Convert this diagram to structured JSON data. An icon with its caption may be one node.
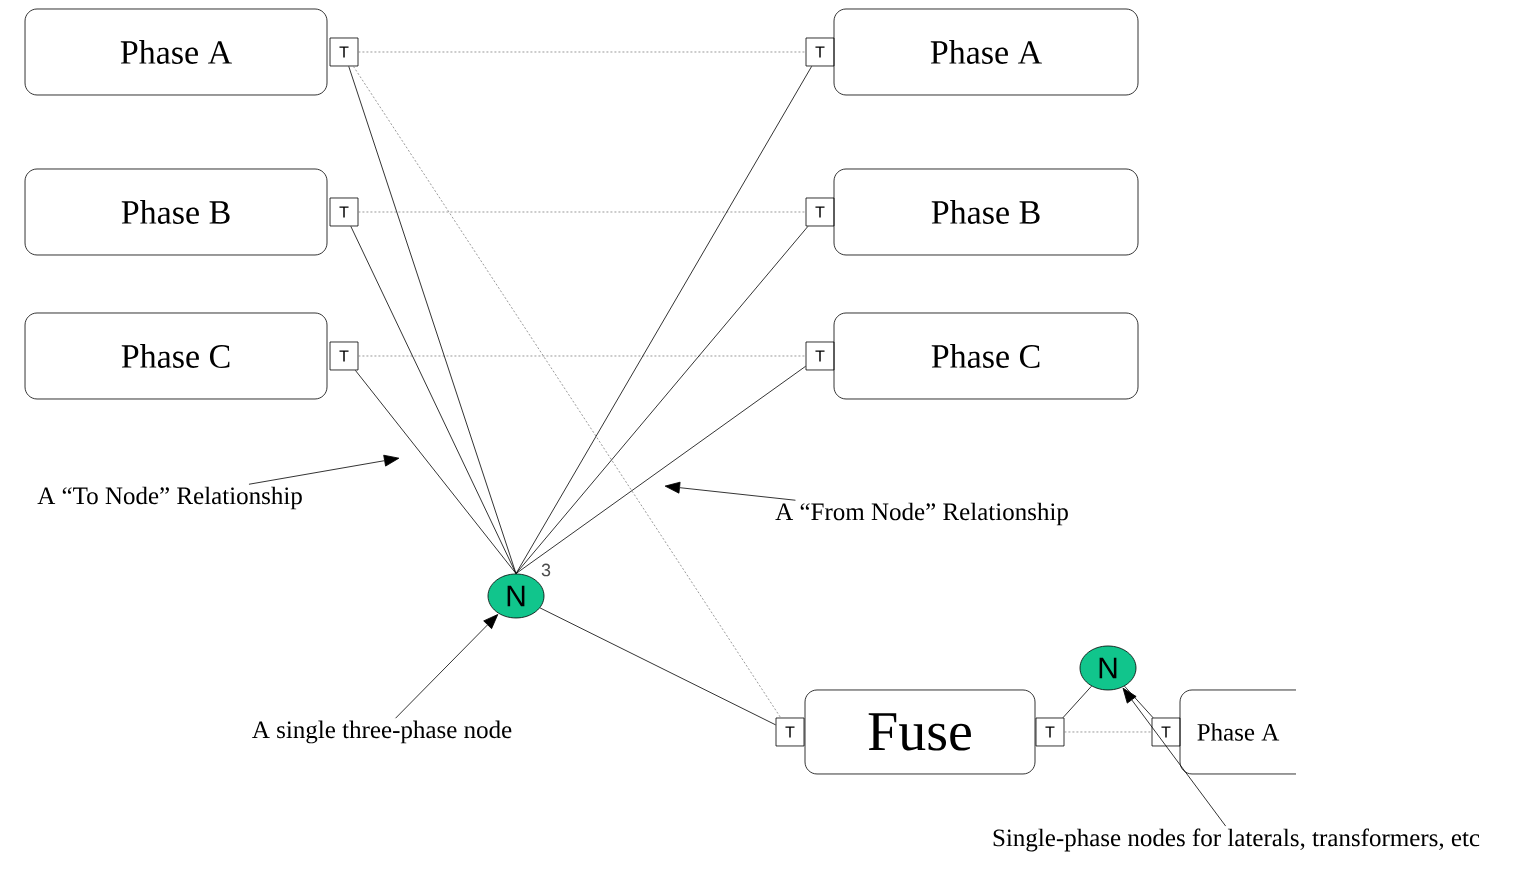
{
  "diagram": {
    "nodes": [
      {
        "text": [
          "Phase A"
        ]
      },
      {
        "text": [
          "T"
        ]
      },
      {
        "text": [
          "T"
        ]
      },
      {
        "text": [
          "Phase A"
        ]
      },
      {
        "text": [
          "Phase B"
        ]
      },
      {
        "text": [
          "T"
        ]
      },
      {
        "text": [
          "T"
        ]
      },
      {
        "text": [
          "Phase B"
        ]
      },
      {
        "text": [
          "Phase C"
        ]
      },
      {
        "text": [
          "T"
        ]
      },
      {
        "text": [
          "T"
        ]
      },
      {
        "text": [
          "Phase C"
        ]
      },
      {
        "text": [
          "A “To Node” Relationship"
        ]
      },
      {
        "text": [
          "A “From Node” Relationship"
        ]
      },
      {
        "text": [
          "N"
        ],
        "beside": [
          "3"
        ]
      },
      {
        "text": [
          "N"
        ]
      },
      {
        "text": [
          "A single three-phase node"
        ]
      },
      {
        "text": [
          "T"
        ]
      },
      {
        "text": [
          "Fuse"
        ]
      },
      {
        "text": [
          "T"
        ]
      },
      {
        "text": [
          "T"
        ]
      },
      {
        "text": [
          "Phase A"
        ]
      },
      {
        "text": [
          "Single-phase nodes for laterals, transformers, etc"
        ]
      }
    ],
    "edges": [
      {
        "from": 1,
        "to": 2,
        "arrow": "none",
        "style": "dashed",
        "color": "#808080"
      },
      {
        "from": 5,
        "to": 6,
        "arrow": "none",
        "style": "dashed",
        "color": "#808080"
      },
      {
        "from": 9,
        "to": 10,
        "arrow": "none",
        "style": "dashed",
        "color": "#808080"
      },
      {
        "from": 1,
        "to": 17,
        "arrow": "none",
        "style": "dashed",
        "color": "#808080"
      },
      {
        "from": 19,
        "to": 20,
        "arrow": "none",
        "style": "dashed",
        "color": "#808080"
      },
      {
        "from": 1,
        "to": 14,
        "arrow": "none"
      },
      {
        "from": 5,
        "to": 14,
        "arrow": "none"
      },
      {
        "from": 9,
        "to": 14,
        "arrow": "none"
      },
      {
        "from": 14,
        "to": 2,
        "arrow": "none"
      },
      {
        "from": 14,
        "to": 6,
        "arrow": "none"
      },
      {
        "from": 14,
        "to": 10,
        "arrow": "none"
      },
      {
        "from": 14,
        "to": 17,
        "arrow": "none"
      },
      {
        "from": 19,
        "to": 15,
        "arrow": "none"
      },
      {
        "from": 15,
        "to": 20,
        "arrow": "none"
      },
      {
        "from": 12,
        "to": null,
        "arrow": "to"
      },
      {
        "from": 13,
        "to": null,
        "arrow": "to"
      },
      {
        "from": 16,
        "to": 14,
        "arrow": "to"
      },
      {
        "from": 22,
        "to": 15,
        "arrow": "to"
      }
    ]
  }
}
